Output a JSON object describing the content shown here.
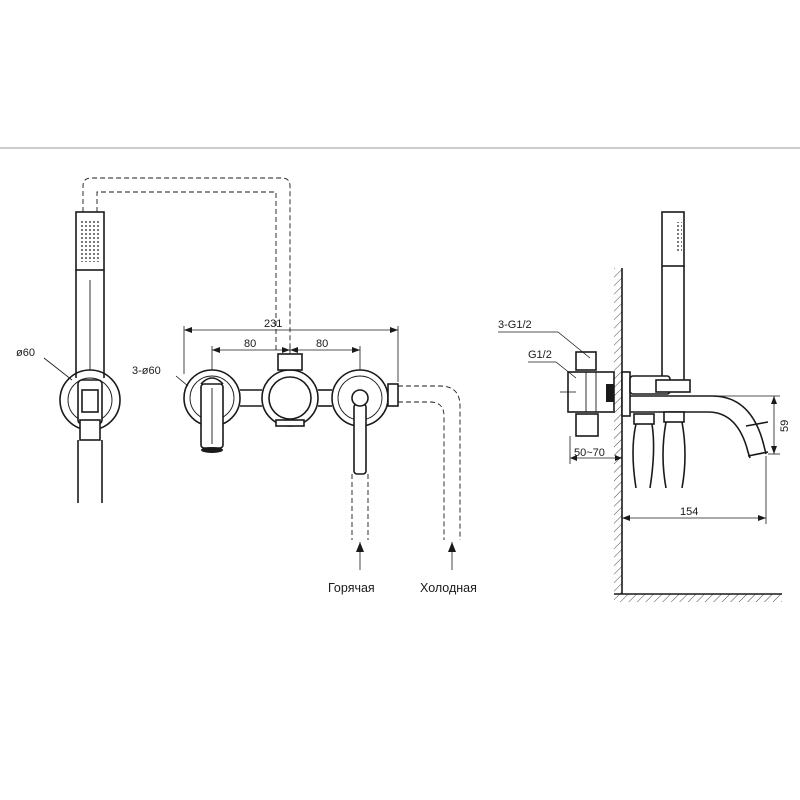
{
  "labels": {
    "diameter_handshower": "ø60",
    "diameter_rosettes": "3-ø60",
    "width_total": "231",
    "spacing_left": "80",
    "spacing_right": "80",
    "thread_three": "3-G1/2",
    "thread_one": "G1/2",
    "wall_depth": "50~70",
    "spout_reach": "154",
    "spout_height": "59",
    "hot": "Горячая",
    "cold": "Холодная"
  }
}
